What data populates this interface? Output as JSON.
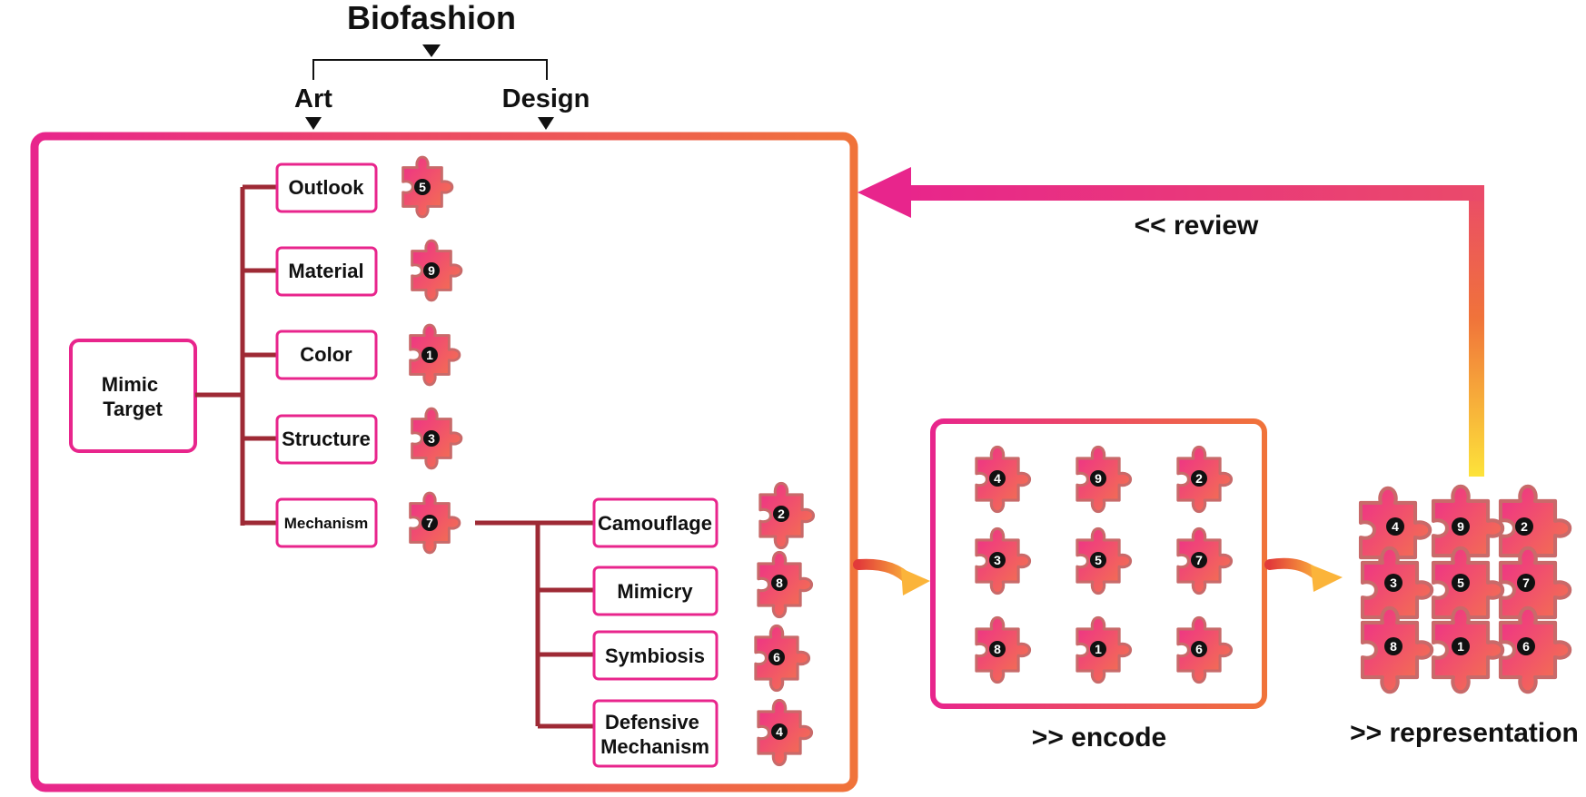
{
  "title": "Biofashion",
  "branches": {
    "art": "Art",
    "design": "Design"
  },
  "root": {
    "line1": "Mimic",
    "line2": "Target"
  },
  "categories": [
    {
      "label": "Outlook",
      "piece": "5"
    },
    {
      "label": "Material",
      "piece": "9"
    },
    {
      "label": "Color",
      "piece": "1"
    },
    {
      "label": "Structure",
      "piece": "3"
    },
    {
      "label": "Mechanism",
      "piece": "7"
    }
  ],
  "mechanisms": [
    {
      "label": "Camouflage",
      "piece": "2"
    },
    {
      "label": "Mimicry",
      "piece": "8"
    },
    {
      "label": "Symbiosis",
      "piece": "6"
    },
    {
      "line1": "Defensive",
      "line2": "Mechanism",
      "piece": "4"
    }
  ],
  "encode_pieces": [
    "4",
    "9",
    "2",
    "3",
    "5",
    "7",
    "8",
    "1",
    "6"
  ],
  "representation_pieces": [
    "4",
    "9",
    "2",
    "3",
    "5",
    "7",
    "8",
    "1",
    "6"
  ],
  "captions": {
    "review": "<< review",
    "encode": ">> encode",
    "representation": ">> representation"
  },
  "colors": {
    "pink": "#e8258c",
    "orange": "#f0733a",
    "yellow": "#fde33a",
    "branch_line": "#9e2a35",
    "piece_outline": "#c86a6a"
  }
}
